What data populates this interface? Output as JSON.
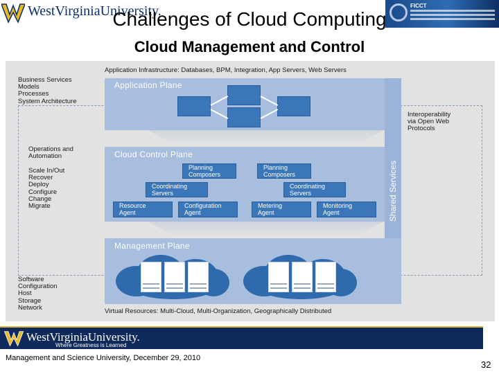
{
  "header": {
    "logo_text": "WestVirginiaUniversity.",
    "title": "Challenges of Cloud Computing",
    "subtitle": "Cloud Management and Control",
    "conference_brand": "FICCT"
  },
  "diagram": {
    "top_label": "Application Infrastructure: Databases, BPM, Integration, App Servers, Web Servers",
    "bottom_label": "Virtual Resources: Multi-Cloud, Multi-Organization, Geographically Distributed",
    "business_services": [
      "Business Services",
      "Models",
      "Processes",
      "System Architecture"
    ],
    "operations": [
      "Operations and",
      "Automation"
    ],
    "operations_items": [
      "Scale In/Out",
      "Recover",
      "Deploy",
      "Configure",
      "Change",
      "Migrate"
    ],
    "software_items": [
      "Software",
      "Configuration",
      "Host",
      "Storage",
      "Network"
    ],
    "interoperability": [
      "Interoperability",
      "via Open Web",
      "Protocols"
    ],
    "shared_services": "Shared Services",
    "application_plane": "Application Plane",
    "cloud_control_plane": "Cloud Control Plane",
    "management_plane": "Management Plane",
    "control_boxes": {
      "planning_1": "Planning\nComposers",
      "planning_2": "Planning\nComposers",
      "coordinating_1": "Coordinating\nServers",
      "coordinating_2": "Coordinating\nServers",
      "resource_agent": "Resource\nAgent",
      "configuration_agent": "Configuration\nAgent",
      "metering_agent": "Metering\nAgent",
      "monitoring_agent": "Monitoring\nAgent"
    }
  },
  "footer": {
    "logo_text": "WestVirginiaUniversity.",
    "tagline": "Where Greatness is Learned",
    "text": "Management and Science University, December 29, 2010",
    "page_number": "32"
  },
  "colors": {
    "navy": "#0e2a5c",
    "gold": "#d8b23a",
    "plane_blue": "#a8bedf",
    "box_blue": "#3b76b8"
  }
}
